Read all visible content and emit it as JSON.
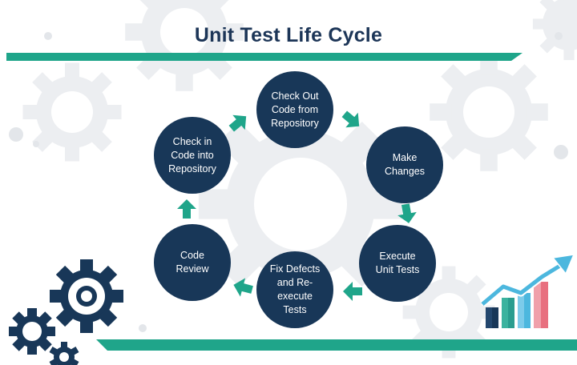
{
  "title": "Unit Test Life Cycle",
  "colors": {
    "navy": "#183758",
    "teal": "#1fa58a",
    "gear_background": "#e9ecef",
    "chart_bars": [
      "#183758",
      "#2a9d8f",
      "#4cb7de",
      "#e8707f"
    ],
    "trend_arrow": "#4cb7de"
  },
  "cycle_steps": [
    "Check Out\nCode from\nRepository",
    "Make\nChanges",
    "Execute\nUnit Tests",
    "Fix Defects\nand Re-execute\nTests",
    "Code\nReview",
    "Check in\nCode into\nRepository"
  ],
  "icons": [
    "gear-icon",
    "arrow-icon",
    "bar-chart-icon",
    "trend-arrow-icon"
  ]
}
